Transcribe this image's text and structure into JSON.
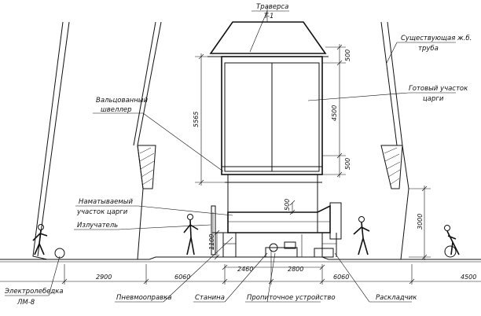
{
  "labels": {
    "traversa": "Траверса",
    "traversa_code": "T-1",
    "existing_pipe_1": "Существующая ж.б.",
    "existing_pipe_2": "труба",
    "finished_section_1": "Готовый участок",
    "finished_section_2": "царги",
    "rolled_channel_1": "Вальцованный",
    "rolled_channel_2": "швеллер",
    "wound_section_1": "Наматываемый",
    "wound_section_2": "участок царги",
    "emitter": "Излучатель",
    "electric_hoist_1": "Электролебедка",
    "electric_hoist_2": "ЛМ-8",
    "pneumatic_mandrel": "Пневмооправка",
    "stand": "Станина",
    "impregnation_device": "Пропиточное устройство",
    "layer": "Раскладчик"
  },
  "dimensions": {
    "d500_top": "500",
    "d4500_vert": "4500",
    "d500_lower": "500",
    "d5565": "5565",
    "d500_mid": "500",
    "d3000": "3000",
    "d1100": "1100",
    "d2900": "2900",
    "d6060_left": "6060",
    "d2460": "2460",
    "d2800": "2800",
    "d6060_right": "6060",
    "d4500_bottom": "4500"
  }
}
